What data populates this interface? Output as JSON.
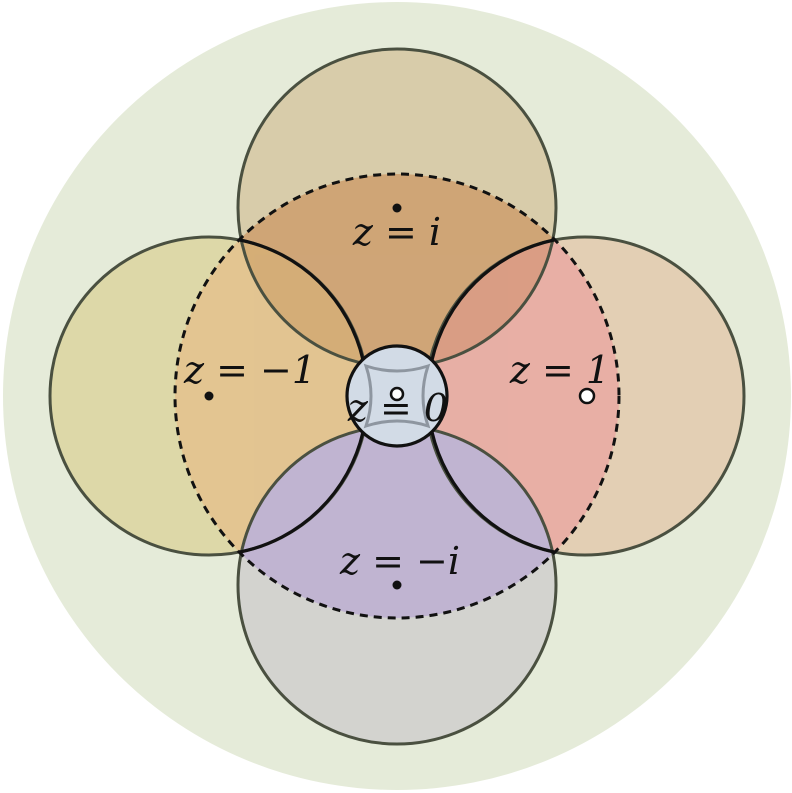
{
  "labels": {
    "top": "z = i",
    "left": "z = −1",
    "right": "z = 1",
    "bottom": "z = −i",
    "center": "z = 0"
  },
  "colors": {
    "background_disk": "#e5ebd9",
    "top_disk": "#d8ccaa",
    "left_disk": "#ddd8a8",
    "right_disk": "#e3cfb4",
    "bottom_disk": "#d3d3cf",
    "top_lens": "#e9c9a8",
    "left_lens": "#f3d9a8",
    "right_lens": "#f4c8bc",
    "bottom_lens": "#d4cbe0",
    "center_disk": "#d2dbe6",
    "outline": "#4a5040",
    "ink": "#111111"
  }
}
